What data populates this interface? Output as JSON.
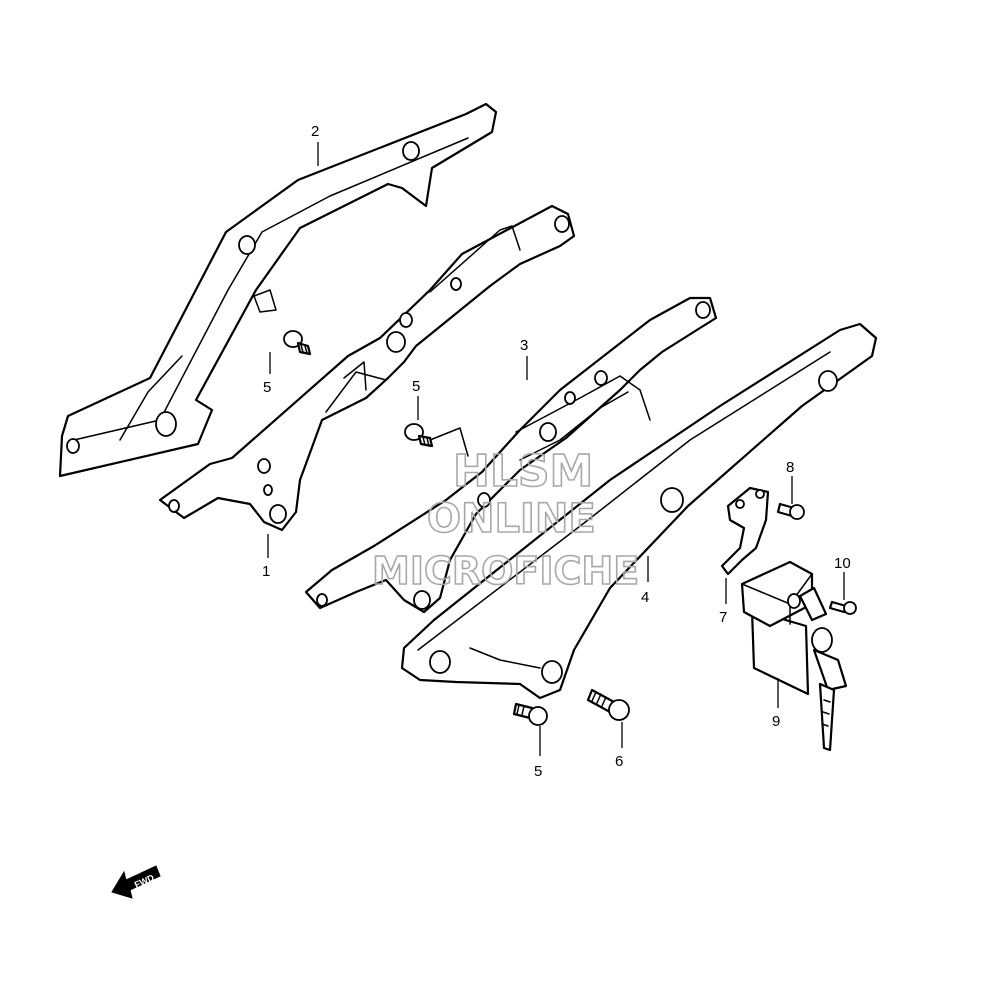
{
  "callouts": [
    {
      "id": "1",
      "label": "1"
    },
    {
      "id": "2",
      "label": "2"
    },
    {
      "id": "3",
      "label": "3"
    },
    {
      "id": "4",
      "label": "4"
    },
    {
      "id": "5a",
      "label": "5"
    },
    {
      "id": "5b",
      "label": "5"
    },
    {
      "id": "5c",
      "label": "5"
    },
    {
      "id": "6",
      "label": "6"
    },
    {
      "id": "7",
      "label": "7"
    },
    {
      "id": "8",
      "label": "8"
    },
    {
      "id": "9",
      "label": "9"
    },
    {
      "id": "10",
      "label": "10"
    }
  ],
  "watermark": {
    "line1": "HLSM",
    "line2": "ONLINE",
    "line3": "MICROFICHE"
  },
  "direction_marker": {
    "text": "FWD"
  }
}
